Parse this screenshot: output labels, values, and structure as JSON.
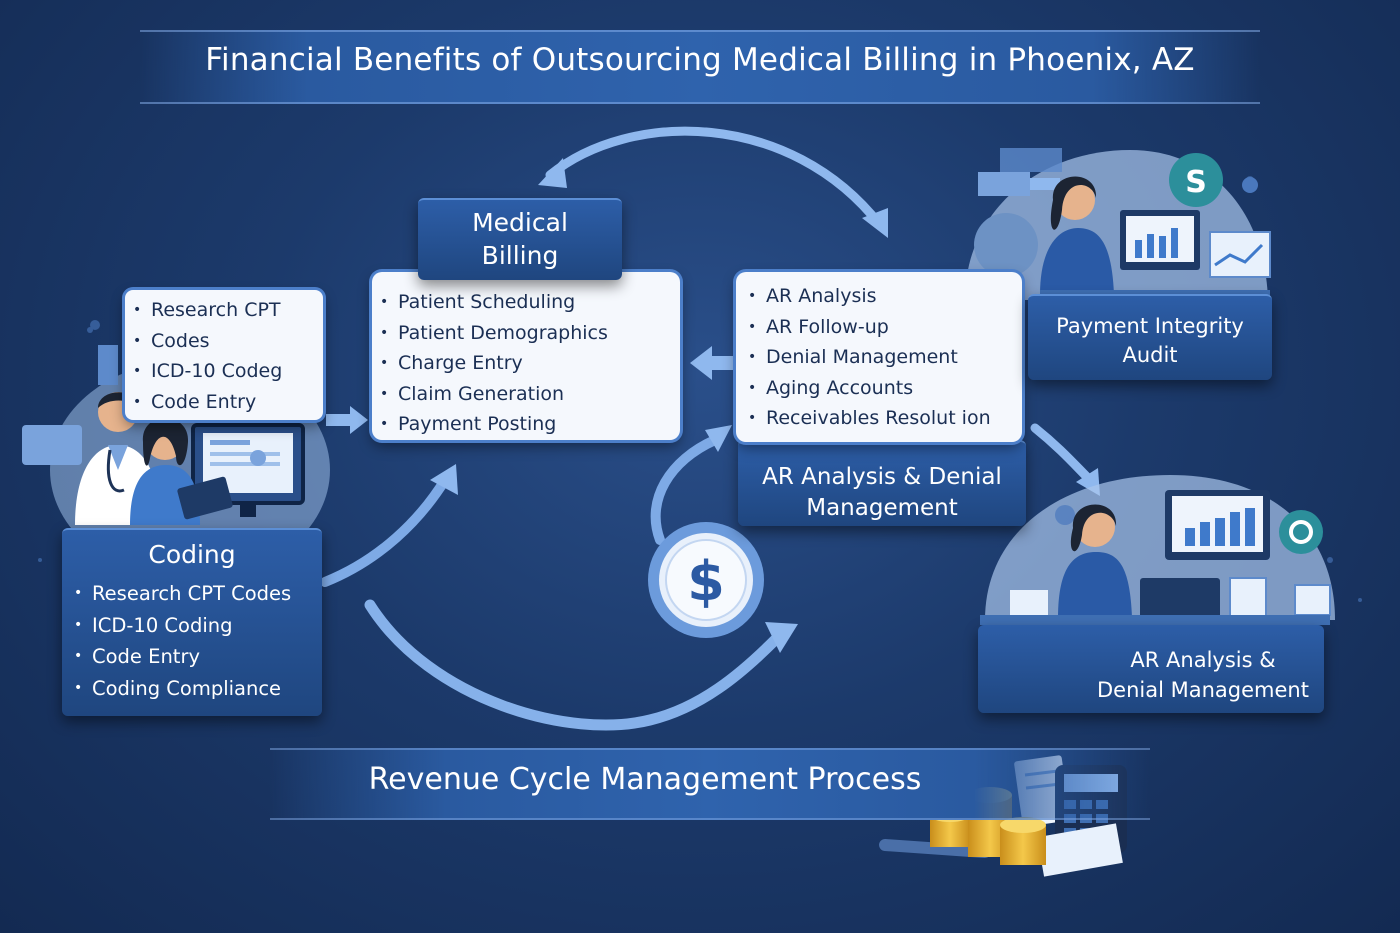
{
  "title": "Financial Benefits of Outsourcing Medical Billing in Phoenix, AZ",
  "medical_billing": {
    "heading_line1": "Medical",
    "heading_line2": "Billing",
    "items": [
      "Patient Scheduling",
      "Patient Demographics",
      "Charge Entry",
      "Claim Generation",
      "Payment Posting"
    ]
  },
  "coding_card": {
    "items": [
      "Research CPT",
      "Codes",
      "ICD-10 Codeg",
      "Code Entry"
    ]
  },
  "coding": {
    "heading": "Coding",
    "items": [
      "Research CPT Codes",
      "ICD-10 Coding",
      "Code Entry",
      "Coding Compliance"
    ]
  },
  "ar_card": {
    "items": [
      "AR Analysis",
      "AR Follow-up",
      "Denial Management",
      "Aging Accounts",
      "Receivables Resolut ion"
    ],
    "label_line1": "AR Analysis & Denial",
    "label_line2": "Management"
  },
  "payment_integrity": {
    "line1": "Payment Integrity",
    "line2": "Audit"
  },
  "ar_denial": {
    "line1": "AR Analysis &",
    "line2": "Denial Management"
  },
  "footer": "Revenue Cycle Management Process",
  "icons": [
    "dollar-cycle-icon",
    "dollar-badge-icon",
    "coin-stack-icon",
    "calculator-icon",
    "pen-icon",
    "document-icon",
    "monitor-icon",
    "person-icon",
    "doctor-icon",
    "laptop-icon",
    "chart-icon"
  ],
  "colors": {
    "background": "#1c3a6b",
    "panel_blue": "#2d5ea8",
    "panel_white": "#f5f8fd",
    "accent": "#8fb8ee",
    "text_dark": "#1b2f54"
  }
}
